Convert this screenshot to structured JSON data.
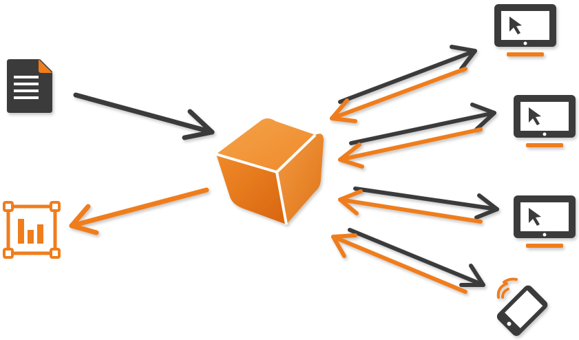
{
  "colors": {
    "dark": "#3a3a3a",
    "accent": "#ef7d1c",
    "accent_light": "#f59a3f",
    "screen": "#ffffff"
  },
  "nodes": {
    "source_document": {
      "icon": "document-icon"
    },
    "report_output": {
      "icon": "bar-chart-report-icon"
    },
    "hub": {
      "icon": "cube-icon"
    },
    "clients": [
      {
        "icon": "monitor-cursor-icon"
      },
      {
        "icon": "monitor-cursor-icon"
      },
      {
        "icon": "monitor-cursor-icon"
      },
      {
        "icon": "mobile-phone-wireless-icon"
      }
    ]
  },
  "connections": [
    {
      "from": "source_document",
      "to": "hub",
      "color": "dark"
    },
    {
      "from": "hub",
      "to": "report_output",
      "color": "accent"
    },
    {
      "from": "hub",
      "to": "client-1",
      "color": "dark"
    },
    {
      "from": "client-1",
      "to": "hub",
      "color": "accent"
    },
    {
      "from": "hub",
      "to": "client-2",
      "color": "dark"
    },
    {
      "from": "client-2",
      "to": "hub",
      "color": "accent"
    },
    {
      "from": "hub",
      "to": "client-3",
      "color": "dark"
    },
    {
      "from": "client-3",
      "to": "hub",
      "color": "accent"
    },
    {
      "from": "hub",
      "to": "client-4",
      "color": "dark"
    },
    {
      "from": "client-4",
      "to": "hub",
      "color": "accent"
    }
  ]
}
